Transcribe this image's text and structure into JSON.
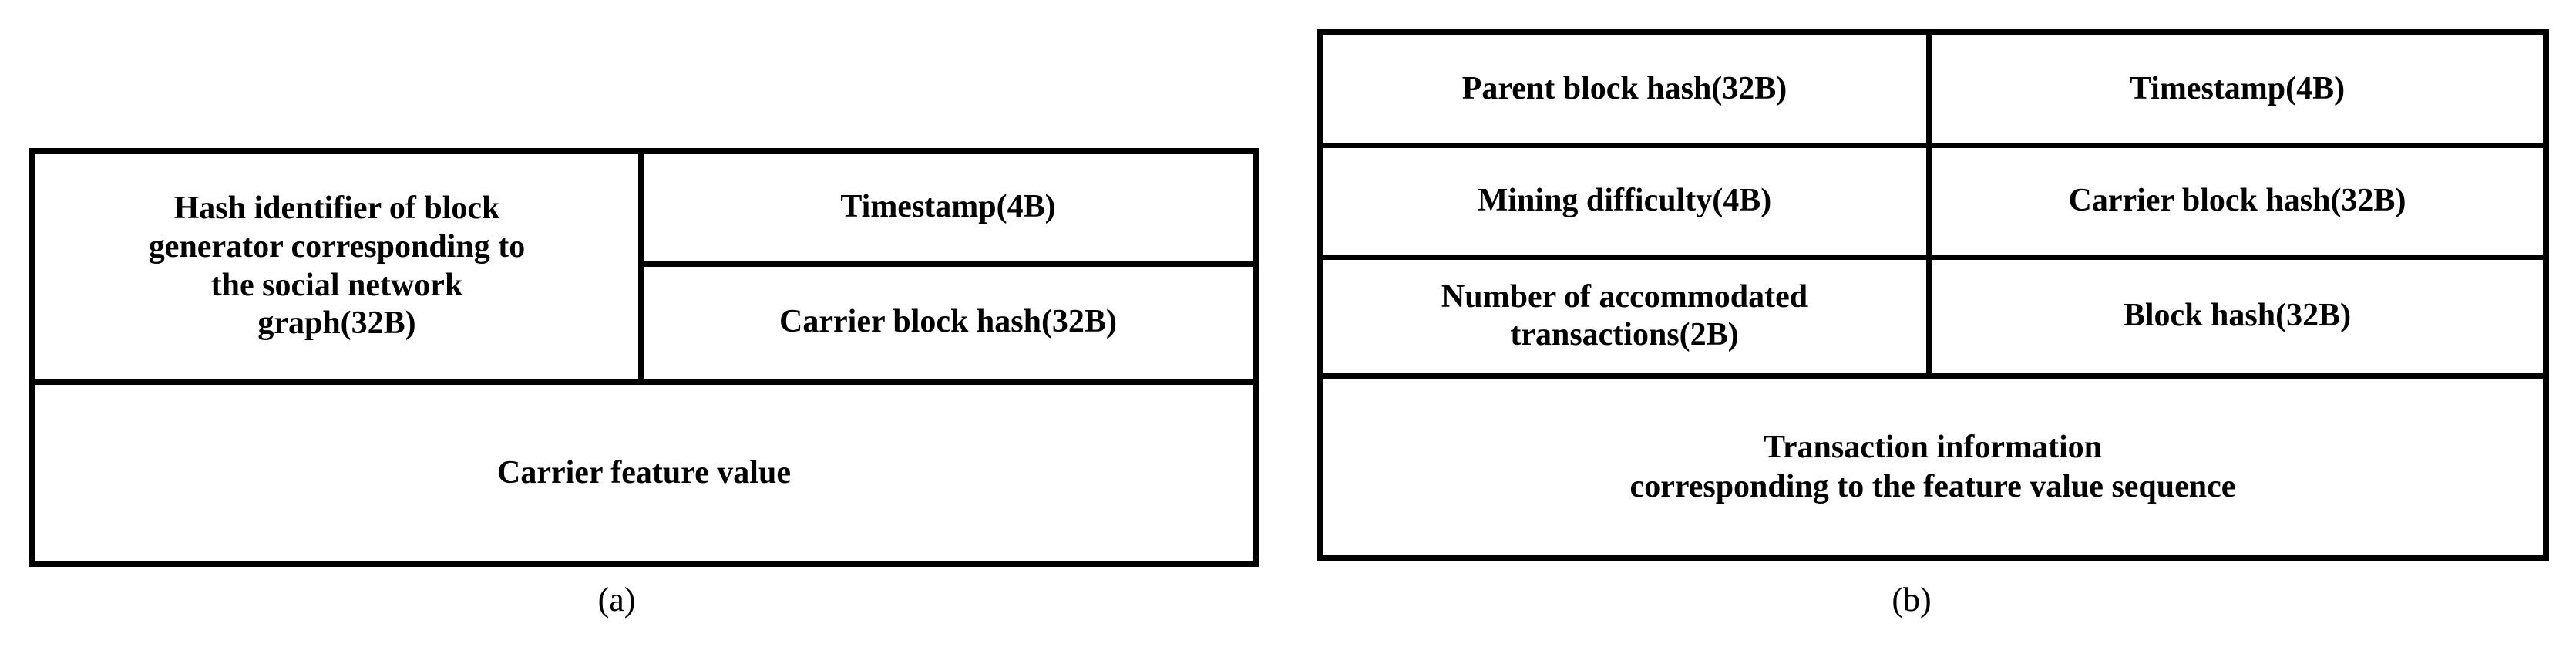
{
  "figure": {
    "background_color": "#ffffff",
    "border_color": "#000000",
    "text_color": "#000000"
  },
  "panel_a": {
    "caption": "(a)",
    "upper": {
      "left_column": {
        "cell": "Hash identifier of block\ngenerator corresponding to\nthe social network\ngraph(32B)"
      },
      "right_column": {
        "cells": [
          "Timestamp(4B)",
          "Carrier block hash(32B)"
        ]
      }
    },
    "lower": {
      "cell": "Carrier feature value"
    }
  },
  "panel_b": {
    "caption": "(b)",
    "upper": {
      "left_column": {
        "cells": [
          "Parent block hash(32B)",
          "Mining difficulty(4B)",
          "Number of accommodated\ntransactions(2B)"
        ]
      },
      "right_column": {
        "cells": [
          "Timestamp(4B)",
          "Carrier block hash(32B)",
          "Block hash(32B)"
        ]
      }
    },
    "lower": {
      "cell": "Transaction information\ncorresponding to the feature value sequence"
    }
  }
}
